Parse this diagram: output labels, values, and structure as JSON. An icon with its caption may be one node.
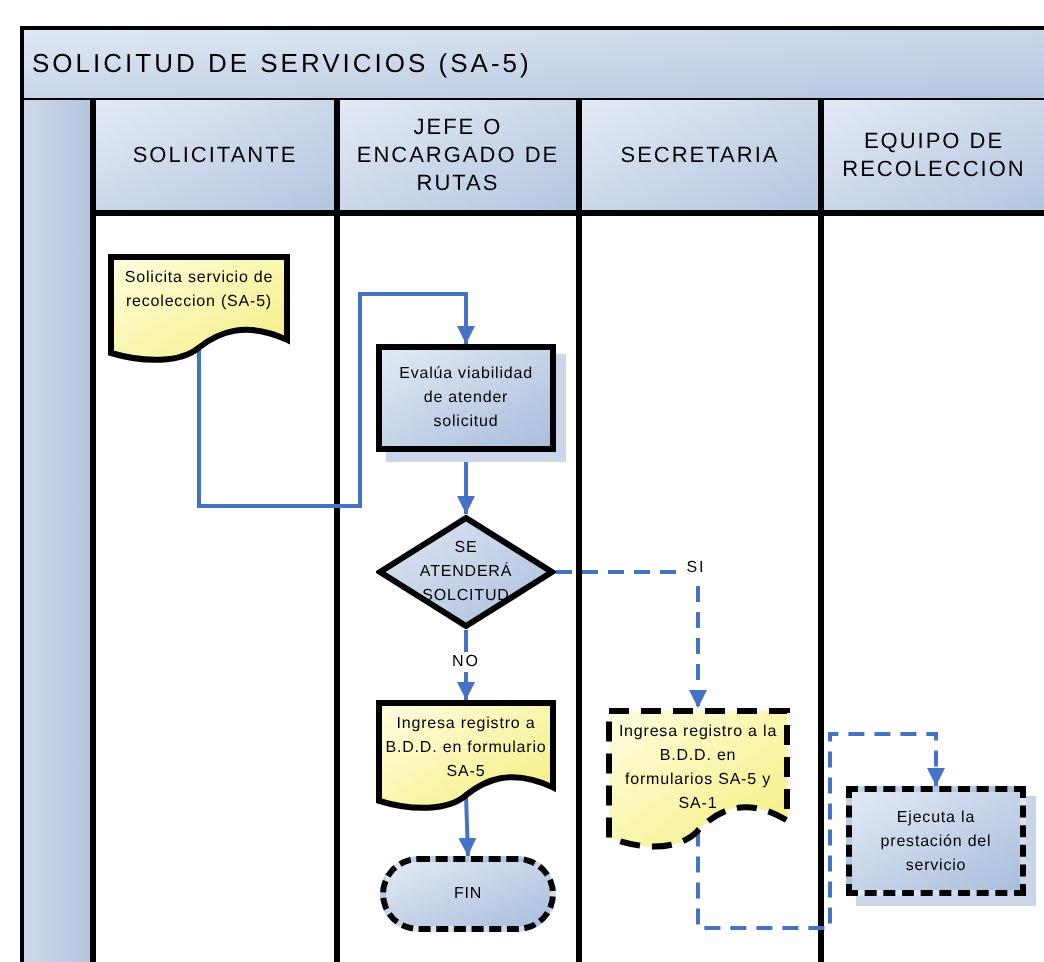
{
  "diagram": {
    "title": "SOLICITUD DE SERVICIOS (SA-5)",
    "nodes": [
      {
        "text": [
          "SOLICITANTE"
        ]
      },
      {
        "text": [
          "JEFE O ENCARGADO DE RUTAS"
        ]
      },
      {
        "text": [
          "SECRETARIA"
        ]
      },
      {
        "text": [
          "EQUIPO DE RECOLECCION"
        ]
      },
      {
        "text": [
          "Solicita servicio de recoleccion (SA-5)"
        ],
        "in": 0
      },
      {
        "text": [
          "Evalúa viabilidad de atender solicitud"
        ],
        "in": 1
      },
      {
        "text": [
          "SE ATENDERÁ SOLCITUD"
        ],
        "in": 1
      },
      {
        "text": [
          "Ingresa registro a B.D.D. en formulario SA-5"
        ],
        "in": 1
      },
      {
        "text": [
          "FIN"
        ],
        "in": 1
      },
      {
        "text": [
          "Ingresa registro a la B.D.D. en formularios SA-5 y SA-1"
        ],
        "in": 2
      },
      {
        "text": [
          "Ejecuta la prestación del servicio"
        ],
        "in": 3
      }
    ],
    "edges": [
      {
        "from": 4,
        "to": 5,
        "arrow": "to"
      },
      {
        "from": 5,
        "to": 6,
        "arrow": "to"
      },
      {
        "from": 6,
        "to": 7,
        "arrow": "to",
        "label": "NO"
      },
      {
        "from": 6,
        "to": 9,
        "arrow": "to",
        "label": "SI",
        "style": "dashed"
      },
      {
        "from": 7,
        "to": 8,
        "arrow": "to"
      },
      {
        "from": 9,
        "to": 10,
        "arrow": "to",
        "style": "dashed"
      }
    ]
  }
}
